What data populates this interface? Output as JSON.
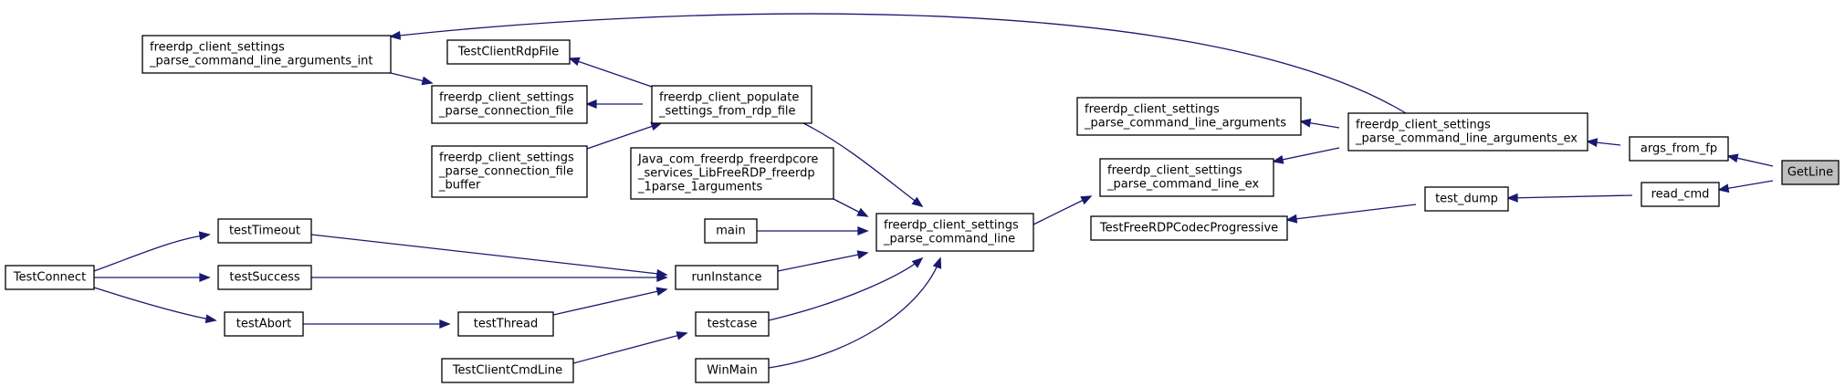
{
  "diagram": {
    "nodes": {
      "getline": [
        "GetLine"
      ],
      "args_from_fp": [
        "args_from_fp"
      ],
      "read_cmd": [
        "read_cmd"
      ],
      "parse_cmdline_args_ex": [
        "freerdp_client_settings",
        "_parse_command_line_arguments_ex"
      ],
      "test_dump": [
        "test_dump"
      ],
      "parse_cmdline_args_int": [
        "freerdp_client_settings",
        "_parse_command_line_arguments_int"
      ],
      "parse_cmdline_args": [
        "freerdp_client_settings",
        "_parse_command_line_arguments"
      ],
      "parse_cmdline_ex": [
        "freerdp_client_settings",
        "_parse_command_line_ex"
      ],
      "codec_progressive": [
        "TestFreeRDPCodecProgressive"
      ],
      "test_client_rdp_file": [
        "TestClientRdpFile"
      ],
      "parse_connection_file": [
        "freerdp_client_settings",
        "_parse_connection_file"
      ],
      "populate_settings": [
        "freerdp_client_populate",
        "_settings_from_rdp_file"
      ],
      "parse_connection_file_buffer": [
        "freerdp_client_settings",
        "_parse_connection_file",
        "_buffer"
      ],
      "parse_command_line": [
        "freerdp_client_settings",
        "_parse_command_line"
      ],
      "java_parse_args": [
        "Java_com_freerdp_freerdpcore",
        "_services_LibFreeRDP_freerdp",
        "_1parse_1arguments"
      ],
      "main": [
        "main"
      ],
      "run_instance": [
        "runInstance"
      ],
      "testcase": [
        "testcase"
      ],
      "winmain": [
        "WinMain"
      ],
      "test_timeout": [
        "testTimeout"
      ],
      "test_success": [
        "testSuccess"
      ],
      "test_abort": [
        "testAbort"
      ],
      "test_thread": [
        "testThread"
      ],
      "test_client_cmdline": [
        "TestClientCmdLine"
      ],
      "test_connect": [
        "TestConnect"
      ]
    }
  }
}
